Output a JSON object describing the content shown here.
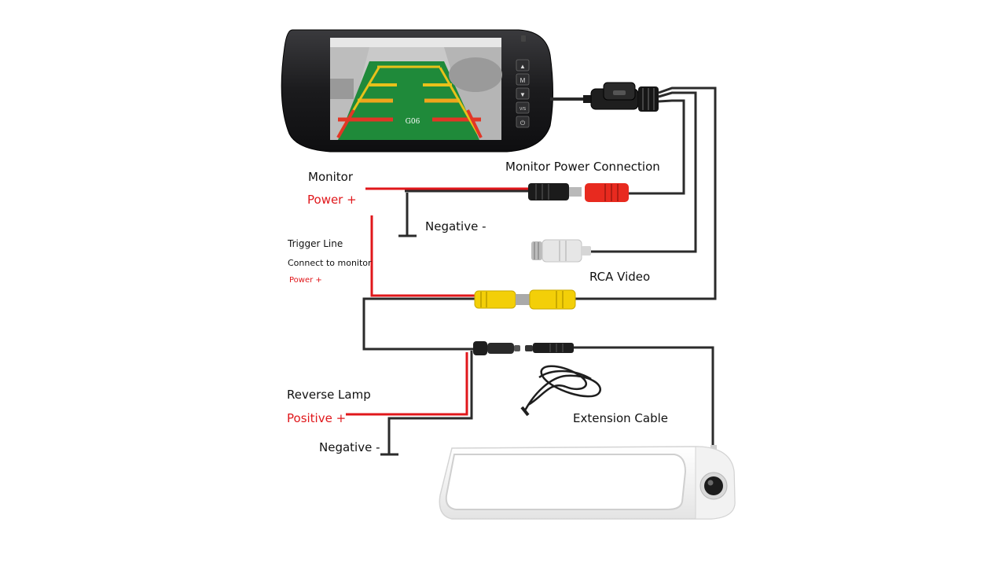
{
  "colors": {
    "wire": "#2b2b2b",
    "power": "#e0171b",
    "rca_yellow": "#f3cf08",
    "rca_red": "#e82a1f",
    "rca_white": "#e6e6e6",
    "monitor_body": "#1c1c1e",
    "screen_green": "#1f8a3a"
  },
  "monitor": {
    "screen_tag": "G06",
    "buttons": [
      "▲",
      "M",
      "▼",
      "V/S",
      "⏻"
    ]
  },
  "labels": {
    "monitor_power_connection": "Monitor Power Connection",
    "monitor": "Monitor",
    "monitor_power_plus": "Power +",
    "negative_top": "Negative -",
    "trigger_line": "Trigger Line",
    "connect_to_monitor": "Connect to monitor",
    "trigger_power_plus": "Power +",
    "rca_video": "RCA Video",
    "reverse_lamp": "Reverse Lamp",
    "positive_plus": "Positive +",
    "negative_bottom": "Negative -",
    "extension_cable": "Extension Cable"
  }
}
